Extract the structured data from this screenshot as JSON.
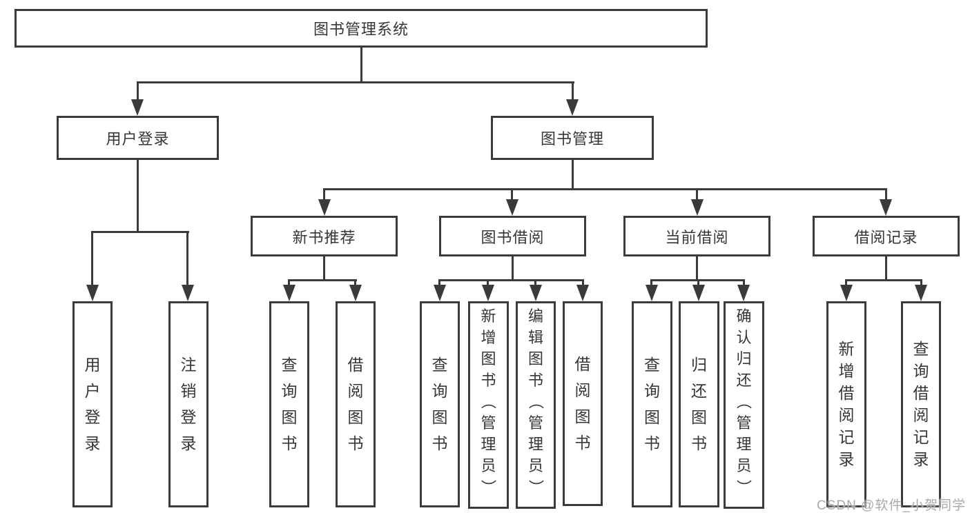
{
  "diagram_title": "图书管理系统",
  "tree": {
    "root": {
      "label": "图书管理系统",
      "children": [
        {
          "label": "用户登录",
          "leaves": [
            "用户登录",
            "注销登录"
          ]
        },
        {
          "label": "图书管理",
          "children": [
            {
              "label": "新书推荐",
              "leaves": [
                "查询图书",
                "借阅图书"
              ]
            },
            {
              "label": "图书借阅",
              "leaves": [
                "查询图书",
                "新增图书（管理员）",
                "编辑图书（管理员）",
                "借阅图书"
              ]
            },
            {
              "label": "当前借阅",
              "leaves": [
                "查询图书",
                "归还图书",
                "确认归还（管理员）"
              ]
            },
            {
              "label": "借阅记录",
              "leaves": [
                "新增借阅记录",
                "查询借阅记录"
              ]
            }
          ]
        }
      ]
    }
  },
  "watermark": "CSDN @软件_小贺同学",
  "colors": {
    "line": "#3a3a3a",
    "text": "#363636",
    "watermark": "#a9a9a9",
    "background": "#ffffff"
  }
}
